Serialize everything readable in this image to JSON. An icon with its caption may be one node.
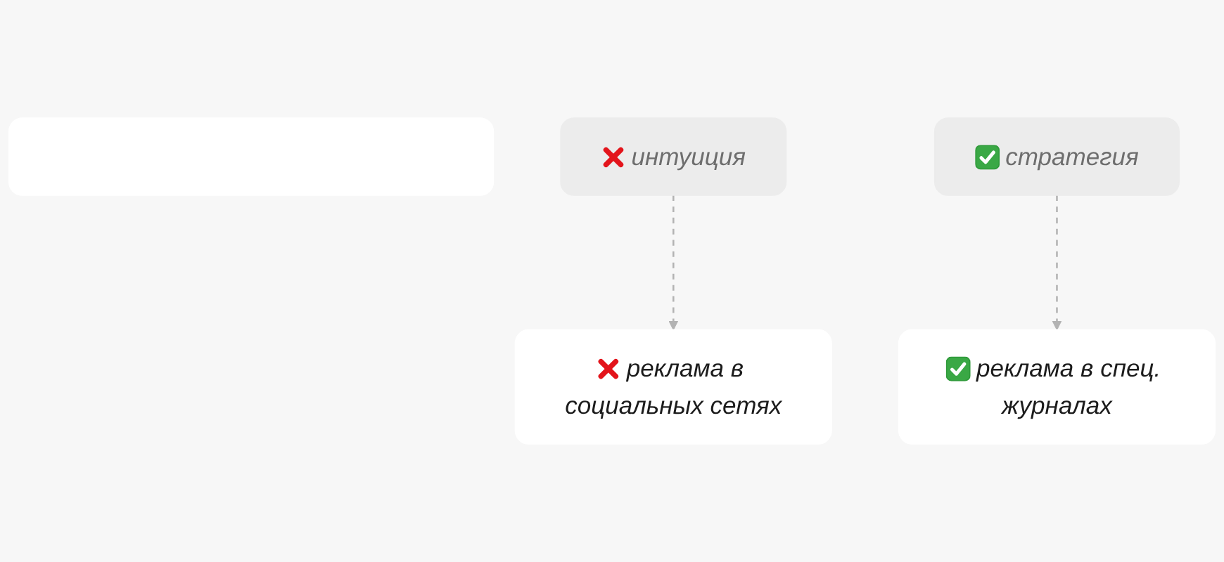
{
  "diagram": {
    "nodes": [
      {
        "text": [],
        "shape": "box"
      },
      {
        "text": [
          "интуиция"
        ]
      },
      {
        "text": [
          "стратегия"
        ]
      },
      {
        "text": [
          "реклама в социальных сетях"
        ]
      },
      {
        "text": [
          "реклама в спец. журналах"
        ]
      }
    ],
    "edges": [
      {
        "from": 1,
        "to": 3,
        "arrow": "to",
        "style": "dashed"
      },
      {
        "from": 2,
        "to": 4,
        "arrow": "to",
        "style": "dashed"
      }
    ]
  }
}
